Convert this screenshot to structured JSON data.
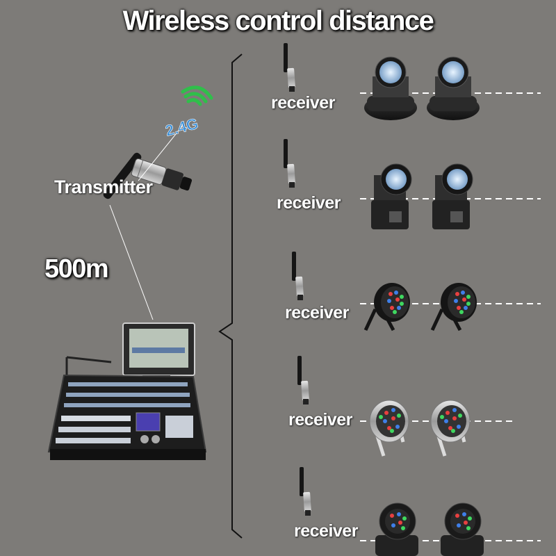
{
  "title": "Wireless control distance",
  "transmitter": {
    "label": "Transmitter",
    "badge": "2.4G"
  },
  "range": "500m",
  "receivers": [
    {
      "label": "receiver",
      "fixture": "moving-head-wash"
    },
    {
      "label": "receiver",
      "fixture": "moving-head-spot"
    },
    {
      "label": "receiver",
      "fixture": "led-par-black"
    },
    {
      "label": "receiver",
      "fixture": "led-par-silver"
    },
    {
      "label": "receiver",
      "fixture": "moving-head-beam"
    }
  ],
  "colors": {
    "background": "#7d7b78",
    "badge_text": "#3a8fd8",
    "signal_arcs": "#2fbf4a",
    "dashed_line": "#ffffff"
  }
}
